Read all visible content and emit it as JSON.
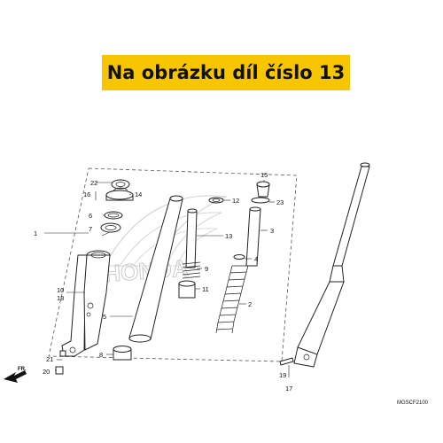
{
  "banner": {
    "text": "Na obrázku díl číslo 13"
  },
  "watermark": {
    "text": "HONDA"
  },
  "direction": {
    "text": "FR."
  },
  "diagram_code": "MGSCF2100",
  "callouts": {
    "c1": "1",
    "c2": "2",
    "c3": "3",
    "c4": "4",
    "c5": "5",
    "c6": "6",
    "c7": "7",
    "c8": "8",
    "c9": "9",
    "c10": "10",
    "c11": "11",
    "c12": "12",
    "c13": "13",
    "c14": "14",
    "c15": "15",
    "c16": "16",
    "c17": "17",
    "c18": "18",
    "c19": "19",
    "c20": "20",
    "c21": "21",
    "c22": "22",
    "c23": "23"
  },
  "colors": {
    "banner_bg": "#f7c600",
    "ink": "#222222",
    "watermark": "#c9c9c9"
  }
}
